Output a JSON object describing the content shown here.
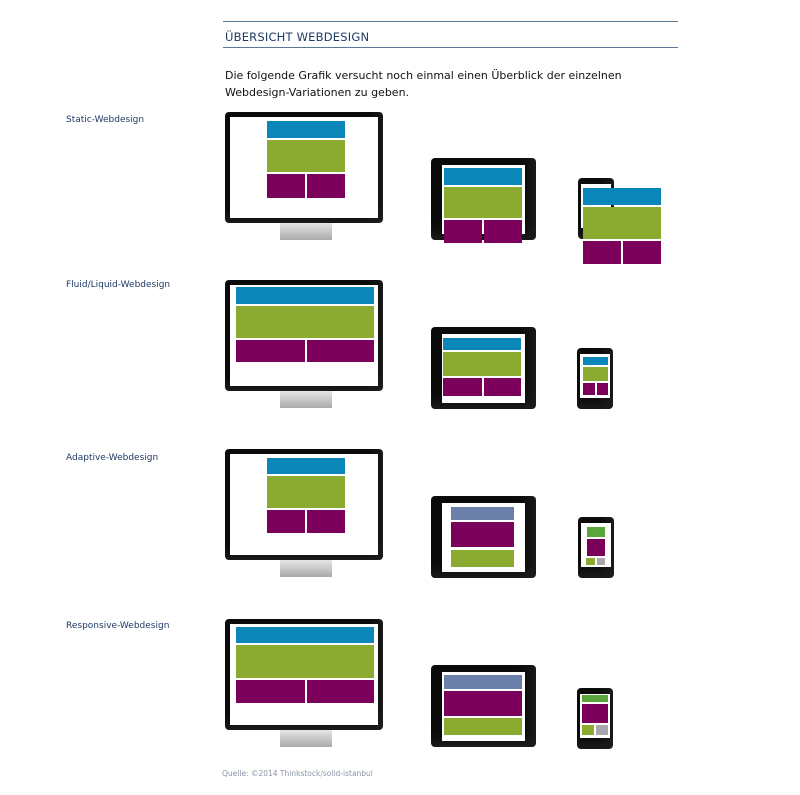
{
  "header": {
    "title": "ÜBERSICHT WEBDESIGN"
  },
  "intro": "Die folgende Grafik versucht noch einmal einen Überblick der einzelnen Webdesign-Variationen zu geben.",
  "rows": [
    {
      "label": "Static-Webdesign"
    },
    {
      "label": "Fluid/Liquid-Webdesign"
    },
    {
      "label": "Adaptive-Webdesign"
    },
    {
      "label": "Responsive-Webdesign"
    }
  ],
  "source": "Quelle: ©2014 Thinkstock/solid-istanbul",
  "colors": {
    "blue": "#0a87b8",
    "green": "#8aab2f",
    "purple": "#7b0059",
    "slate": "#6b80a8",
    "grey": "#a8a8ac",
    "brightgreen": "#5aa63a"
  }
}
